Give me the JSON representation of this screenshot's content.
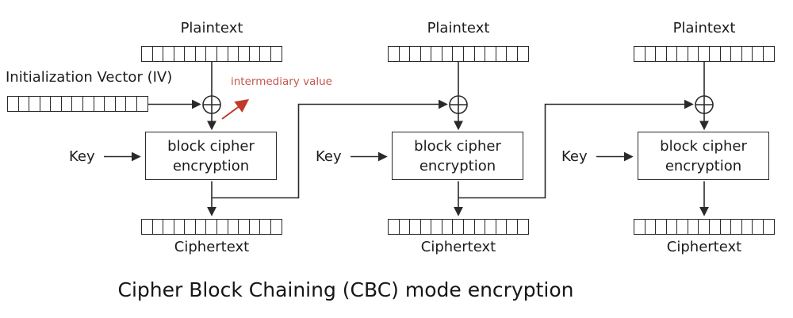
{
  "caption": "Cipher Block Chaining (CBC) mode encryption",
  "iv": {
    "label": "Initialization Vector (IV)",
    "cells": 13
  },
  "annotation": {
    "intermediary_label": "intermediary value"
  },
  "palette": {
    "line": "#2a2a2a",
    "text": "#1c1c1c",
    "red_text": "#c4584c",
    "red_arrow": "#c0392b",
    "background": "#ffffff"
  },
  "columns": [
    {
      "plaintext_label": "Plaintext",
      "key_label": "Key",
      "box_label": "block cipher encryption",
      "ciphertext_label": "Ciphertext",
      "cells": 13
    },
    {
      "plaintext_label": "Plaintext",
      "key_label": "Key",
      "box_label": "block cipher encryption",
      "ciphertext_label": "Ciphertext",
      "cells": 13
    },
    {
      "plaintext_label": "Plaintext",
      "key_label": "Key",
      "box_label": "block cipher encryption",
      "ciphertext_label": "Ciphertext",
      "cells": 13
    }
  ]
}
